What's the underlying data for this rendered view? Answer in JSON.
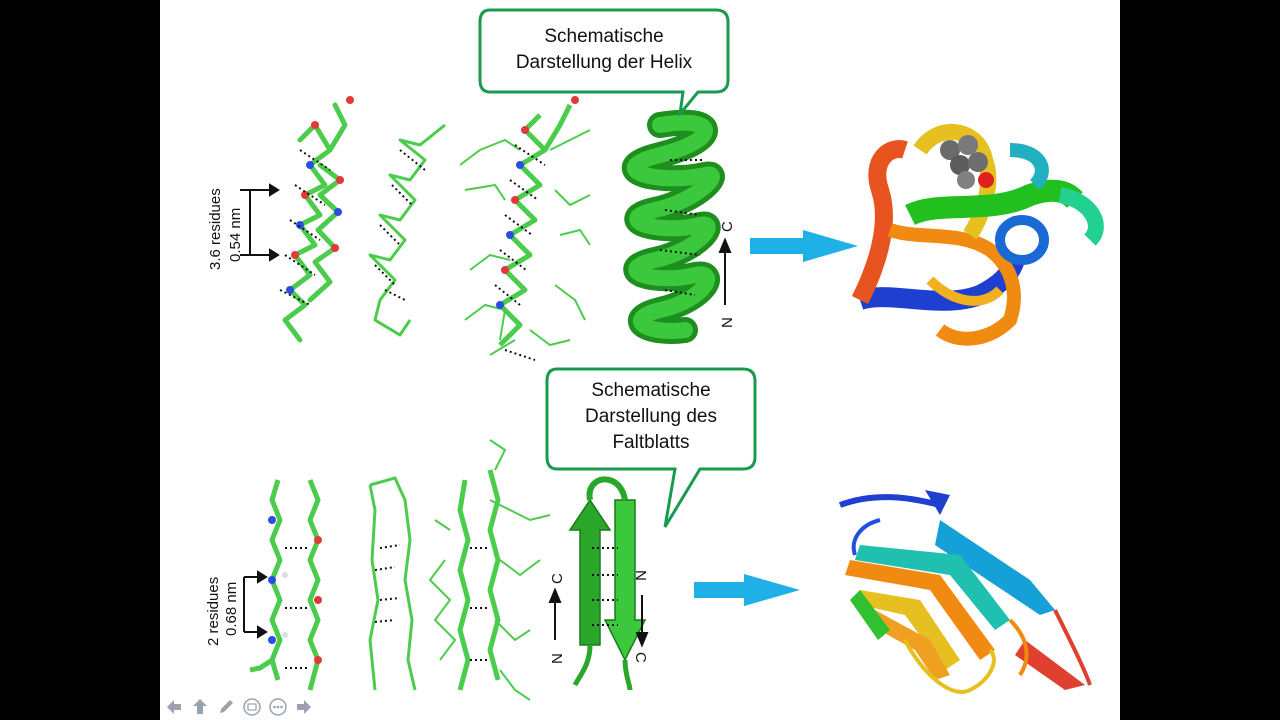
{
  "callouts": {
    "helix_lines": [
      "Schematische",
      "Darstellung der Helix"
    ],
    "sheet_lines": [
      "Schematische",
      "Darstellung des",
      "Faltblatts"
    ]
  },
  "helix_panel": {
    "residues_label": "3.6 residues",
    "distance_label": "0.54 nm",
    "n_label": "N",
    "c_label": "C"
  },
  "sheet_panel": {
    "residues_label": "2 residues",
    "distance_label": "0.68 nm",
    "n_label": "N",
    "c_label": "C"
  },
  "colors": {
    "frame": "#1a9a4e",
    "arrow": "#1fb0e8",
    "stick": "#4ccc4c",
    "ribbon": "#2aa62a",
    "oxygen": "#e03a3a",
    "nitrogen": "#2a4fe0"
  },
  "toolbar": {
    "icons": [
      "back-arrow-icon",
      "up-arrow-icon",
      "pen-icon",
      "slide-icon",
      "more-icon",
      "forward-arrow-icon"
    ]
  }
}
